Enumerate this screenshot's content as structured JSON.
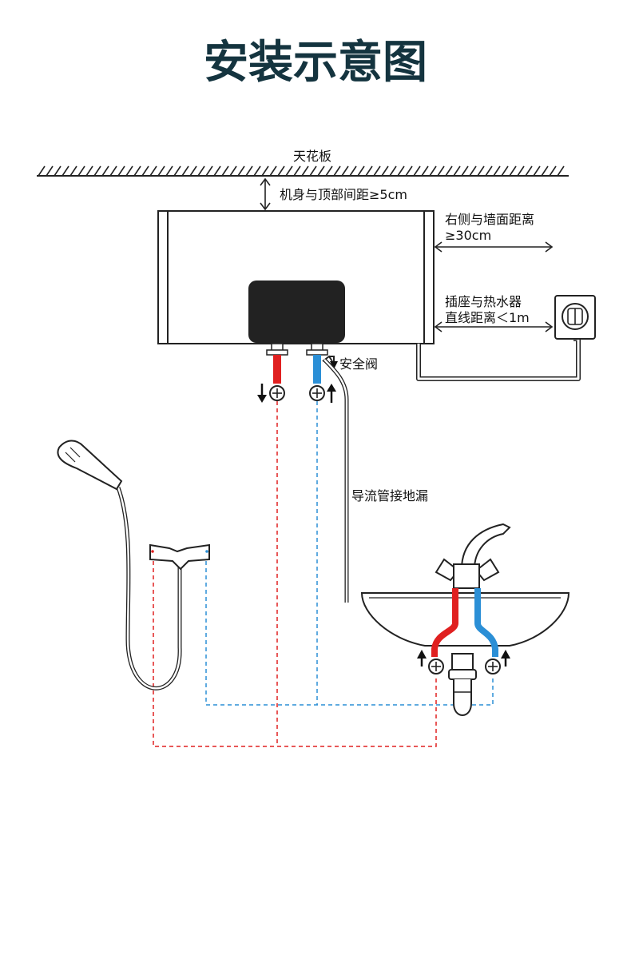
{
  "title": "安装示意图",
  "labels": {
    "ceiling": "天花板",
    "top_gap": "机身与顶部间距≥5cm",
    "side_gap_line1": "右侧与墙面距离",
    "side_gap_line2": "≥30cm",
    "socket_line1": "插座与热水器",
    "socket_line2": "直线距离＜1m",
    "safety_valve": "安全阀",
    "drain": "导流管接地漏"
  },
  "colors": {
    "title": "#14343f",
    "hot": "#e02020",
    "cold": "#2b8fd6",
    "line": "#222222",
    "control_panel": "#222222"
  },
  "icons": [
    "ceiling-hatch",
    "water-heater",
    "control-panel",
    "power-socket-icon",
    "shower-head-icon",
    "mixer-valve-icon",
    "wash-basin",
    "basin-faucet-icon",
    "drain-trap",
    "direction-arrow-icon"
  ]
}
